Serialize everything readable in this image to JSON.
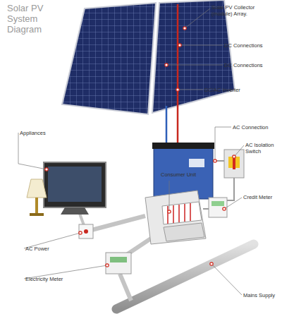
{
  "diagram": {
    "title": "Solar PV System Diagram",
    "labels": [
      "Solar PV Collector (module) Array.",
      "DC Connections",
      "DC Connections",
      "DC/AC Inverter",
      "AC Connection",
      "AC Isolation Switch",
      "Appliances",
      "Consumer Unit",
      "Credit Meter",
      "AC Power",
      "Electricity Meter",
      "Mains Supply"
    ]
  }
}
